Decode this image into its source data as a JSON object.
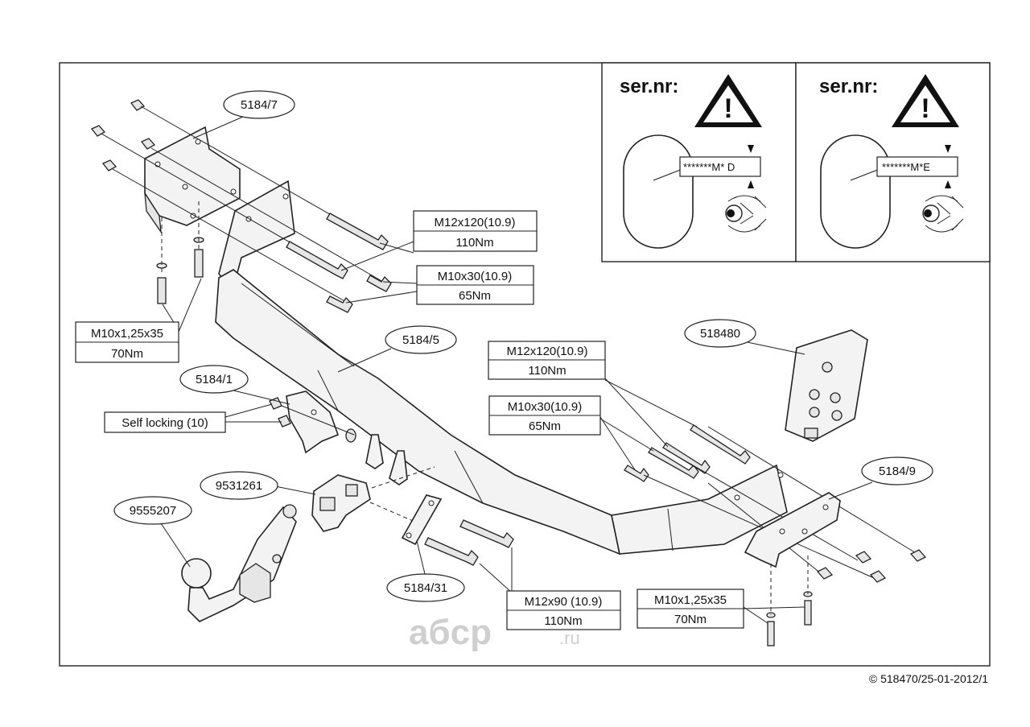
{
  "parts": {
    "p5184_7": "5184/7",
    "p5184_5": "5184/5",
    "p5184_1": "5184/1",
    "p9531261": "9531261",
    "p9555207": "9555207",
    "p5184_31": "5184/31",
    "p518480": "518480",
    "p5184_9": "5184/9"
  },
  "specs": {
    "s1": {
      "bolt": "M12x120(10.9)",
      "torque": "110Nm"
    },
    "s2": {
      "bolt": "M10x30(10.9)",
      "torque": "65Nm"
    },
    "s3": {
      "bolt": "M10x1,25x35",
      "torque": "70Nm"
    },
    "s4": {
      "bolt": "M12x120(10.9)",
      "torque": "110Nm"
    },
    "s5": {
      "bolt": "M10x30(10.9)",
      "torque": "65Nm"
    },
    "s6": {
      "bolt": "M12x90 (10.9)",
      "torque": "110Nm"
    },
    "s7": {
      "bolt": "M10x1,25x35",
      "torque": "70Nm"
    }
  },
  "self_locking": "Self locking (10)",
  "serial_panels": [
    {
      "label": "ser.nr:",
      "code": "*******M* D",
      "warning_mark": "!"
    },
    {
      "label": "ser.nr:",
      "code": "*******M*E",
      "warning_mark": "!"
    }
  ],
  "watermark": {
    "main": "aбcp",
    "suffix": ".ru"
  },
  "copyright": "© 518470/25-01-2012/1"
}
